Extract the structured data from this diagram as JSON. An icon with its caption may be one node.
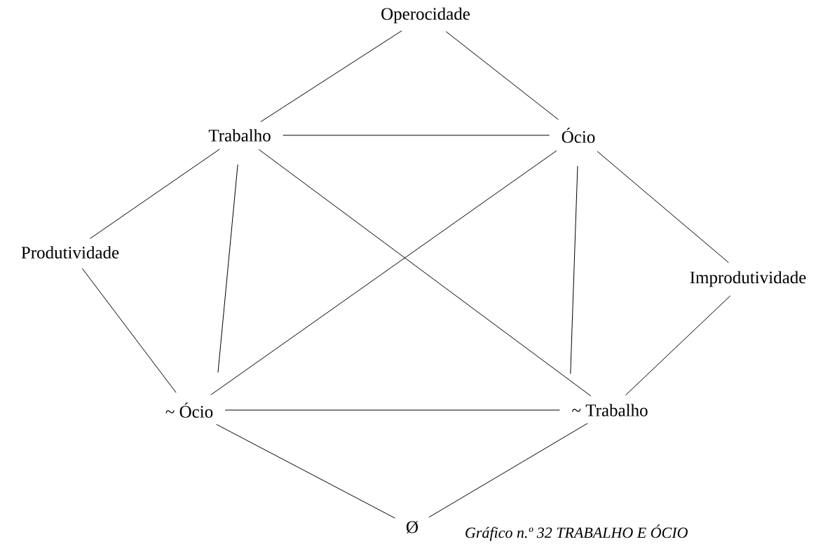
{
  "diagram": {
    "caption": "Gráfico n.º 32 TRABALHO E ÓCIO",
    "nodes": [
      {
        "text": [
          "Operocidade"
        ]
      },
      {
        "text": [
          "Trabalho"
        ]
      },
      {
        "text": [
          "Ócio"
        ]
      },
      {
        "text": [
          "Produtividade"
        ]
      },
      {
        "text": [
          "Improdutividade"
        ]
      },
      {
        "text": [
          "~ Ócio"
        ]
      },
      {
        "text": [
          "~ Trabalho"
        ]
      },
      {
        "text": [
          "Ø"
        ]
      }
    ],
    "edges": [
      {
        "from": 0,
        "to": 1,
        "arrow": "none"
      },
      {
        "from": 0,
        "to": 2,
        "arrow": "none"
      },
      {
        "from": 1,
        "to": 2,
        "arrow": "none"
      },
      {
        "from": 1,
        "to": 3,
        "arrow": "none"
      },
      {
        "from": 2,
        "to": 4,
        "arrow": "none"
      },
      {
        "from": 1,
        "to": 5,
        "arrow": "none"
      },
      {
        "from": 1,
        "to": 6,
        "arrow": "none"
      },
      {
        "from": 2,
        "to": 5,
        "arrow": "none"
      },
      {
        "from": 2,
        "to": 6,
        "arrow": "none"
      },
      {
        "from": 3,
        "to": 5,
        "arrow": "none"
      },
      {
        "from": 4,
        "to": 6,
        "arrow": "none"
      },
      {
        "from": 5,
        "to": 6,
        "arrow": "none"
      },
      {
        "from": 5,
        "to": 7,
        "arrow": "none"
      },
      {
        "from": 6,
        "to": 7,
        "arrow": "none"
      }
    ]
  }
}
